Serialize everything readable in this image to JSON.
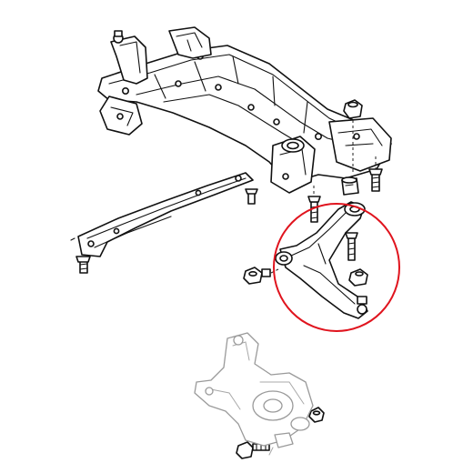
{
  "diagram": {
    "highlight_color": "#e0141e",
    "line_color": "#111111",
    "faded_color": "#9a9a9a",
    "parts": [
      "front-subframe",
      "stabilizer-bracket",
      "lower-control-arm",
      "steering-knuckle",
      "bolts-and-nuts",
      "rubber-bushing"
    ],
    "highlighted_part": "lower-control-arm"
  }
}
